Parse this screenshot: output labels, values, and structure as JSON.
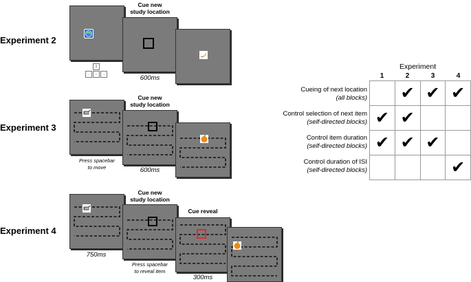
{
  "experiments": [
    {
      "label": "Experiment 2"
    },
    {
      "label": "Experiment 3"
    },
    {
      "label": "Experiment 4"
    }
  ],
  "exp2": {
    "cue_line1": "Cue new",
    "cue_line2": "study location",
    "duration": "600ms",
    "keys": [
      "1",
      "←",
      "↓",
      "→"
    ]
  },
  "exp3": {
    "cue_line1": "Cue new",
    "cue_line2": "study location",
    "note_line1": "Press spacebar",
    "note_line2": "to move",
    "duration": "600ms"
  },
  "exp4": {
    "cue_line1": "Cue new",
    "cue_line2": "study location",
    "cue_reveal": "Cue reveal",
    "duration1": "750ms",
    "note_line1": "Press spacebar",
    "note_line2": "to reveal item",
    "duration2": "300ms"
  },
  "table": {
    "header": "Experiment",
    "columns": [
      "1",
      "2",
      "3",
      "4"
    ],
    "check_symbol": "✔",
    "rows": [
      {
        "label": "Cueing of next location",
        "sub": "(all blocks)",
        "checks": [
          false,
          true,
          true,
          true
        ]
      },
      {
        "label": "Control selection of next item",
        "sub": "(self-directed blocks)",
        "checks": [
          true,
          true,
          false,
          false
        ]
      },
      {
        "label": "Control item duration",
        "sub": "(self-directed blocks)",
        "checks": [
          true,
          true,
          true,
          false
        ]
      },
      {
        "label": "Control duration of ISI",
        "sub": "(self-directed blocks)",
        "checks": [
          false,
          false,
          false,
          true
        ]
      }
    ]
  },
  "colors": {
    "panel_bg": "#7b7b7b",
    "cue_square": "#000000",
    "reveal_square": "#e0292a",
    "banana": "#f2c21b",
    "orange": "#f08a12",
    "globe": "#2f6fb8"
  }
}
